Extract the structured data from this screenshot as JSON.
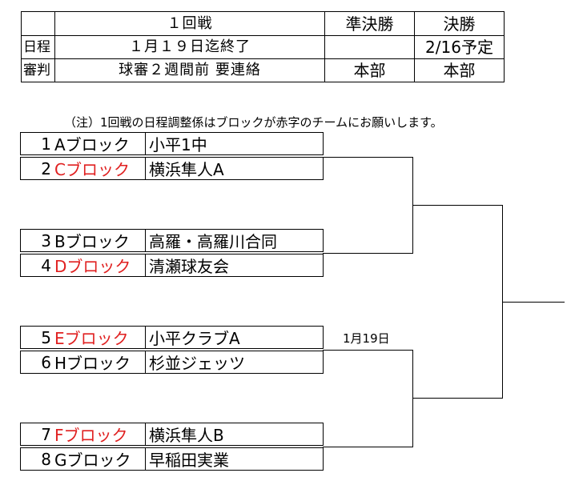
{
  "schedule": {
    "headers": [
      "",
      "１回戦",
      "準決勝",
      "決勝"
    ],
    "rows": [
      {
        "label": "日程",
        "round1": "１月１９日迄終了",
        "semi": "",
        "final": "2/16予定"
      },
      {
        "label": "審判",
        "round1": "球審２週間前 要連絡",
        "semi": "本部",
        "final": "本部"
      }
    ]
  },
  "note": "（注）1回戦の日程調整係はブロックが赤字のチームにお願いします。",
  "teams": [
    {
      "num": "1",
      "block": "Aブロック",
      "name": "小平1中",
      "red": false
    },
    {
      "num": "2",
      "block": "Cブロック",
      "name": "横浜隼人A",
      "red": true
    },
    {
      "num": "3",
      "block": "Bブロック",
      "name": "高羅・高羅川合同",
      "red": false
    },
    {
      "num": "4",
      "block": "Dブロック",
      "name": "清瀬球友会",
      "red": true
    },
    {
      "num": "5",
      "block": "Eブロック",
      "name": "小平クラブA",
      "red": true
    },
    {
      "num": "6",
      "block": "Hブロック",
      "name": "杉並ジェッツ",
      "red": false
    },
    {
      "num": "7",
      "block": "Fブロック",
      "name": "横浜隼人B",
      "red": true
    },
    {
      "num": "8",
      "block": "Gブロック",
      "name": "早稲田実業",
      "red": false
    }
  ],
  "bracket_date": "1月19日",
  "colors": {
    "red_text": "#e02020",
    "line": "#000000"
  }
}
